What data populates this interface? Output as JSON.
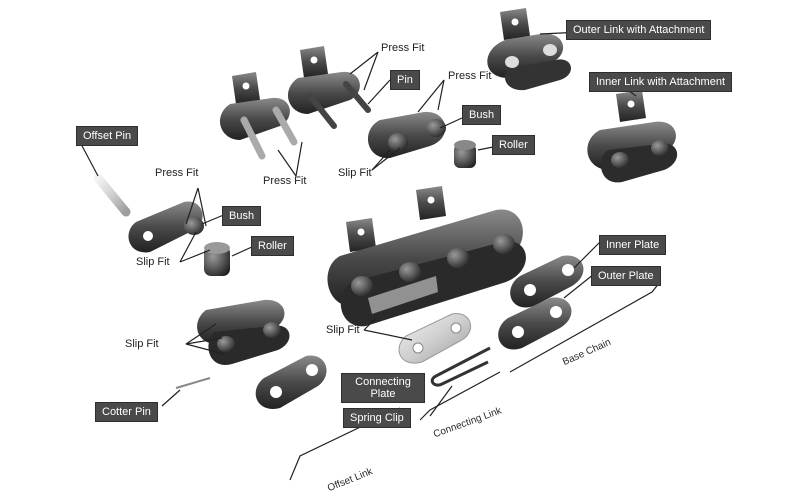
{
  "labels": {
    "outer_link_with_attachment": "Outer Link with Attachment",
    "inner_link_with_attachment": "Inner Link with Attachment",
    "offset_pin": "Offset Pin",
    "press_fit": "Press Fit",
    "pin": "Pin",
    "bush": "Bush",
    "roller": "Roller",
    "slip_fit": "Slip Fit",
    "inner_plate": "Inner Plate",
    "outer_plate": "Outer Plate",
    "connecting_plate": "Connecting Plate",
    "spring_clip": "Spring Clip",
    "cotter_pin": "Cotter Pin",
    "base_chain": "Base Chain",
    "connecting_link": "Connecting Link",
    "offset_link": "Offset Link"
  }
}
